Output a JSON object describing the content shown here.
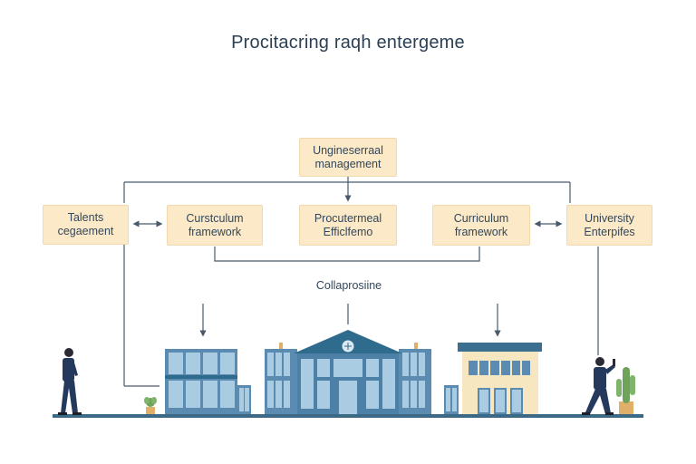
{
  "title": "Procitacring raqh entergeme",
  "top_box": {
    "line1": "Ungineserraal",
    "line2": "management"
  },
  "boxes": [
    {
      "line1": "Talents",
      "line2": "cegaement"
    },
    {
      "line1": "Curstculum",
      "line2": "framework"
    },
    {
      "line1": "Procutermeal",
      "line2": "Efficlfemo"
    },
    {
      "line1": "Curriculum",
      "line2": "framework"
    },
    {
      "line1": "University",
      "line2": "Enterpifes"
    }
  ],
  "collab_label": "Collaprosiine",
  "colors": {
    "box_fill": "#fbe9c8",
    "line": "#4a5a6a",
    "building_blue": "#5b8bb0",
    "building_light": "#a9cce3",
    "building_dark": "#2f6b8c",
    "warm_building": "#f6e7c1",
    "ground": "#3c6a86",
    "person": "#24395c"
  },
  "icons": {
    "person_left": "businessman-walking-icon",
    "person_right": "businessman-with-phone-icon",
    "plant_small": "potted-plant-icon",
    "plant_cactus": "cactus-icon"
  }
}
